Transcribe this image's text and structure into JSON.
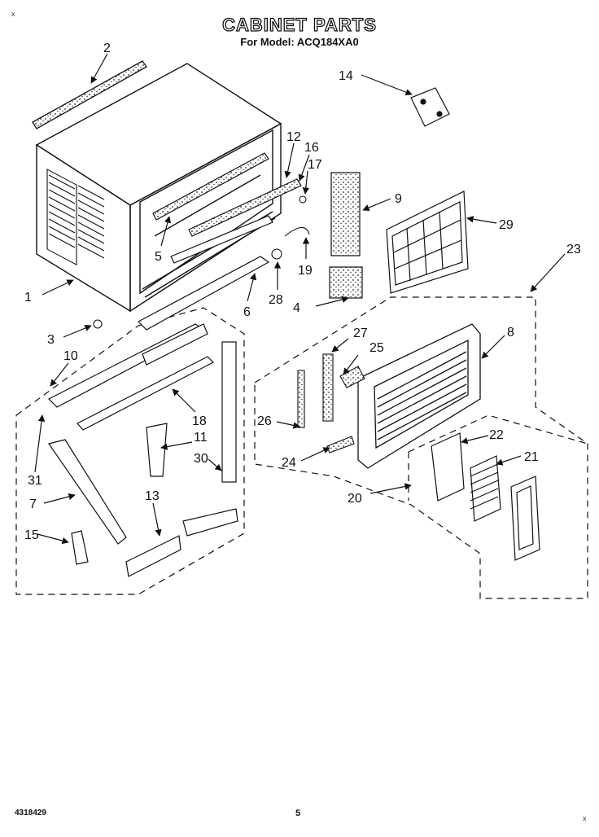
{
  "title": "CABINET PARTS",
  "subtitle": "For Model: ACQ184XA0",
  "footer": {
    "doc_number": "4318429",
    "page": "5"
  },
  "corner_mark": "x",
  "callouts": [
    {
      "id": "1",
      "label": "1"
    },
    {
      "id": "2",
      "label": "2"
    },
    {
      "id": "3",
      "label": "3"
    },
    {
      "id": "4",
      "label": "4"
    },
    {
      "id": "5",
      "label": "5"
    },
    {
      "id": "6",
      "label": "6"
    },
    {
      "id": "7",
      "label": "7"
    },
    {
      "id": "8",
      "label": "8"
    },
    {
      "id": "9",
      "label": "9"
    },
    {
      "id": "10",
      "label": "10"
    },
    {
      "id": "11",
      "label": "11"
    },
    {
      "id": "12",
      "label": "12"
    },
    {
      "id": "13",
      "label": "13"
    },
    {
      "id": "14",
      "label": "14"
    },
    {
      "id": "15",
      "label": "15"
    },
    {
      "id": "16",
      "label": "16"
    },
    {
      "id": "17",
      "label": "17"
    },
    {
      "id": "18",
      "label": "18"
    },
    {
      "id": "19",
      "label": "19"
    },
    {
      "id": "20",
      "label": "20"
    },
    {
      "id": "21",
      "label": "21"
    },
    {
      "id": "22",
      "label": "22"
    },
    {
      "id": "23",
      "label": "23"
    },
    {
      "id": "24",
      "label": "24"
    },
    {
      "id": "25",
      "label": "25"
    },
    {
      "id": "26",
      "label": "26"
    },
    {
      "id": "27",
      "label": "27"
    },
    {
      "id": "28",
      "label": "28"
    },
    {
      "id": "29",
      "label": "29"
    },
    {
      "id": "30",
      "label": "30"
    },
    {
      "id": "31",
      "label": "31"
    }
  ]
}
